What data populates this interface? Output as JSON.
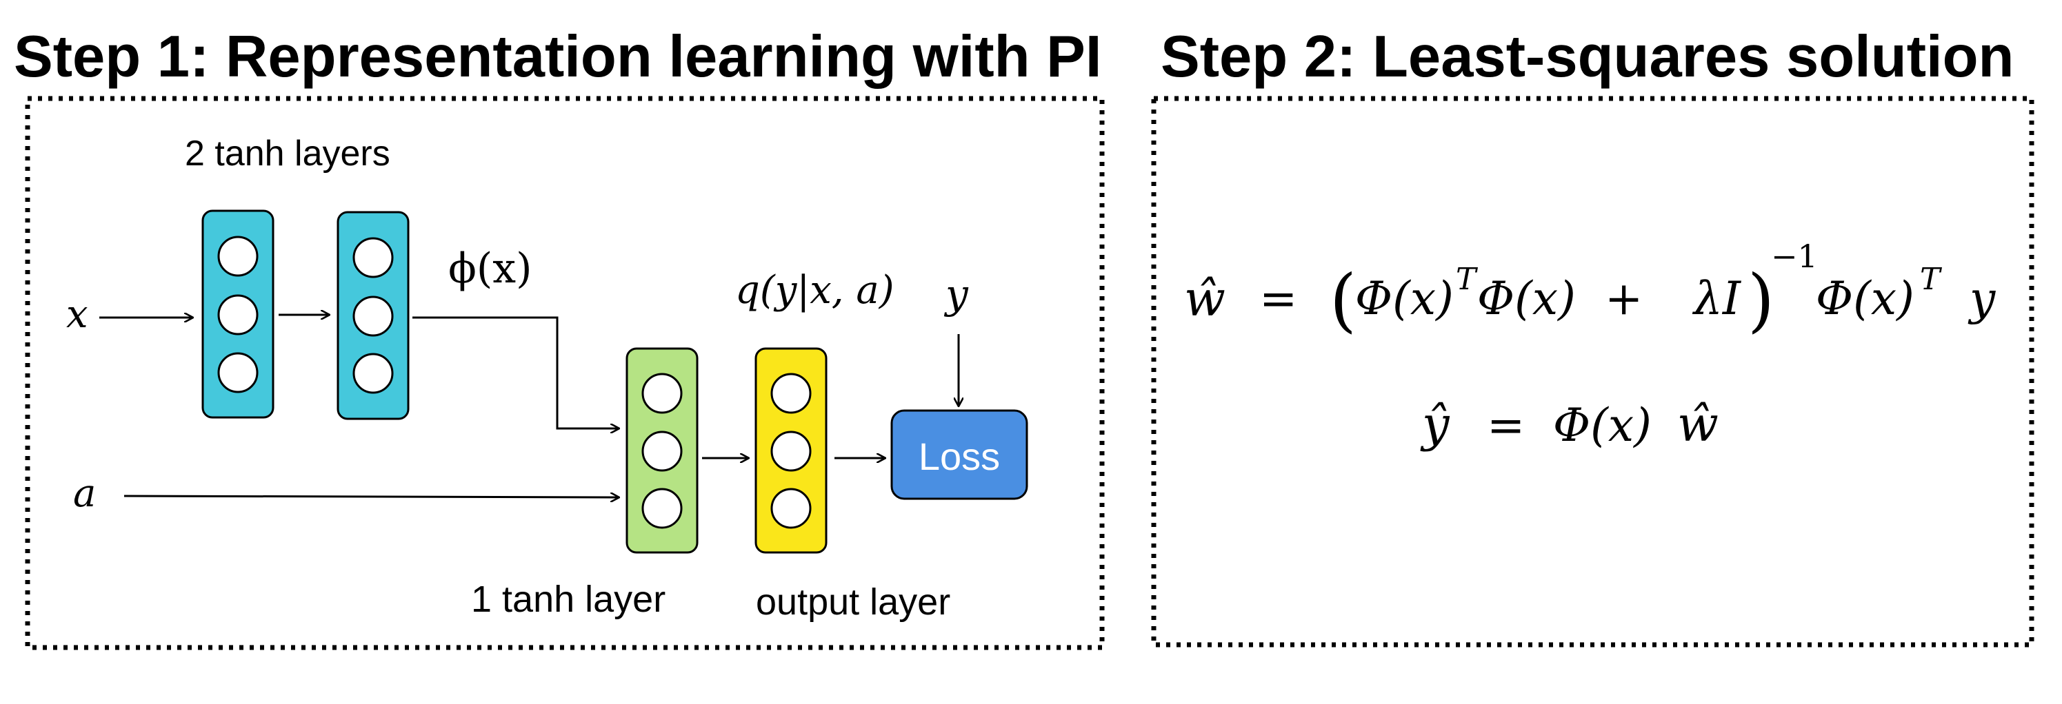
{
  "titles": {
    "step1": "Step 1: Representation learning with PI",
    "step2": "Step 2: Least-squares solution"
  },
  "step1": {
    "label_tanh2": "2 tanh layers",
    "label_tanh1": "1 tanh layer",
    "label_output": "output layer",
    "input_x": "x",
    "input_a": "a",
    "phi_x": "ϕ(x)",
    "q_label": "q(y|x, a)",
    "target_y": "y",
    "loss": "Loss"
  },
  "step2": {
    "eq1": {
      "lhs": "ŵ",
      "eq": "=",
      "paren_open": "(",
      "phi1": "Φ(x)",
      "sup_T1": "T",
      "phi2": "Φ(x)",
      "plus": "+",
      "lambdaI": "λI",
      "paren_close": ")",
      "sup_inv": "−1",
      "phi3": "Φ(x)",
      "sup_T2": "T",
      "y": "y"
    },
    "eq2": {
      "lhs": "ŷ",
      "eq": "=",
      "phi": "Φ(x)",
      "w": "ŵ"
    }
  },
  "colors": {
    "layer_blue": "#45c8dc",
    "layer_green": "#b5e384",
    "layer_yellow": "#fae61a",
    "loss_blue": "#4a8fe2",
    "loss_text": "#ffffff",
    "stroke": "#000000"
  }
}
